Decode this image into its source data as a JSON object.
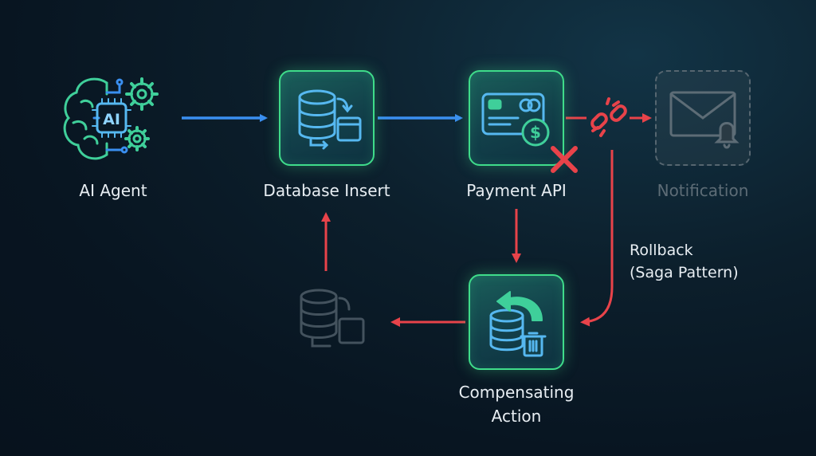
{
  "nodes": {
    "ai_agent": {
      "label": "AI Agent",
      "icon": "ai-brain-gears-icon"
    },
    "database_insert": {
      "label": "Database Insert",
      "icon": "database-insert-icon"
    },
    "payment_api": {
      "label": "Payment API",
      "icon": "payment-card-icon"
    },
    "notification": {
      "label": "Notification",
      "icon": "envelope-bell-icon"
    },
    "compensating_action": {
      "label_line1": "Compensating",
      "label_line2": "Action",
      "icon": "database-undo-trash-icon"
    },
    "faded_database": {
      "icon": "database-faded-icon"
    }
  },
  "annotations": {
    "rollback_line1": "Rollback",
    "rollback_line2": "(Saga Pattern)",
    "ai_chip_text": "AI"
  },
  "colors": {
    "success_flow": "#3a8ff0",
    "rollback_flow": "#e8434a",
    "node_border": "#3fdc8a",
    "node_icon": "#56b8f0",
    "failure_mark": "#e8434a",
    "inactive": "#566670"
  }
}
